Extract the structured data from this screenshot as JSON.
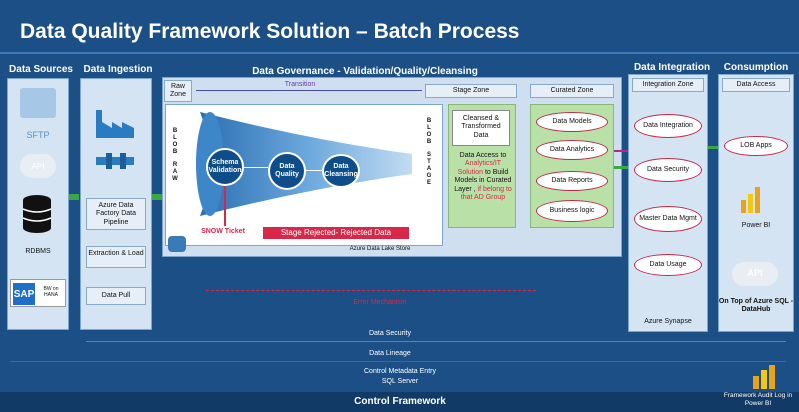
{
  "title": "Data Quality Framework Solution – Batch Process",
  "sections": {
    "data_sources": "Data Sources",
    "data_ingestion": "Data Ingestion",
    "governance": "Data Governance - Validation/Quality/Cleansing",
    "integration": "Data Integration",
    "consumption": "Consumption"
  },
  "sources": {
    "sftp": "SFTP",
    "api": "API",
    "rdbms": "RDBMS",
    "sap": "SAP",
    "sap_sub": "BW on HANA"
  },
  "ingestion": {
    "pipeline": "Azure Data Factory Data Pipeline",
    "extraction": "Extraction & Load",
    "pull": "Data Pull"
  },
  "governance": {
    "raw_zone": "Raw Zone",
    "transition": "Transition",
    "stage_zone": "Stage Zone",
    "curated_zone": "Curated Zone",
    "blob_raw": "BLOB RAW",
    "blob_stage": "BLOB STAGE",
    "schema_validation": "Schema Validation",
    "data_quality": "Data Quality",
    "data_cleansing": "Data Cleansing",
    "snow_ticket": "SNOW Ticket",
    "stage_rejected": "Stage Rejected- Rejected Data",
    "lake_store": "Azure Data Lake Store",
    "cleansed": "Cleansed & Transformed Data",
    "access_pre": "Data Access to",
    "access_highlight1": "Analytics/IT Solution",
    "access_mid": "to Build Models in Curated Layer ,",
    "access_highlight2": "if belong to that AD Group",
    "error_mechanism": "Error Mechanism"
  },
  "curated": [
    "Data Models",
    "Data Analytics",
    "Data Reports",
    "Business logic"
  ],
  "integration": {
    "zone": "Integration Zone",
    "items": [
      "Data Integration",
      "Data Security",
      "Master Data Mgmt",
      "Data Usage"
    ],
    "footer": "Azure Synapse"
  },
  "consumption": {
    "zone": "Data Access",
    "lob": "LOB Apps",
    "powerbi": "Power BI",
    "api": "API",
    "footer": "On Top of Azure SQL - DataHub"
  },
  "bottom": {
    "security": "Data Security",
    "lineage": "Data Lineage",
    "metadata": "Control Metadata Entry",
    "sqlserver": "SQL Server",
    "control": "Control Framework",
    "audit": "Framework Audit Log in Power BI"
  },
  "colors": {
    "background": "#1c4f86",
    "green": "#39a845",
    "red": "#d8284a",
    "accent": "#0f4c8a"
  }
}
